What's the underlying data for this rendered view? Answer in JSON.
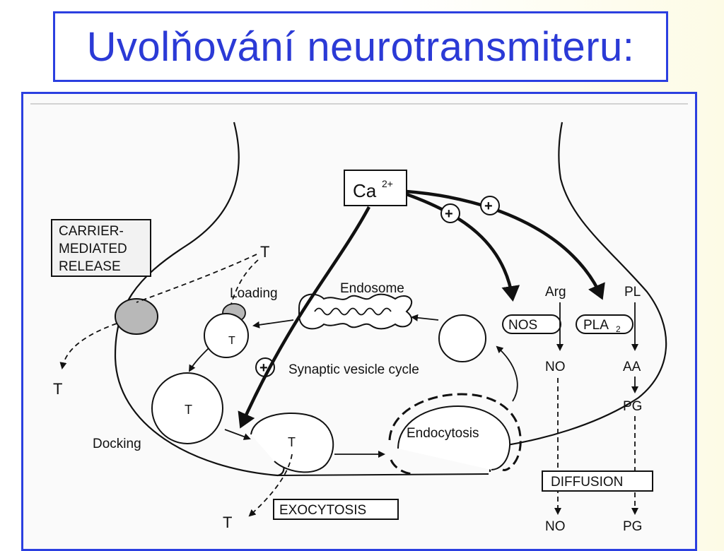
{
  "title": "Uvolňování neurotransmiteru:",
  "diagram": {
    "carrier_box": [
      "CARRIER-",
      "MEDIATED",
      "RELEASE"
    ],
    "ca": "Ca",
    "ca_sup": "2+",
    "plus": "+",
    "loading": "Loading",
    "endosome": "Endosome",
    "cycle": "Synaptic vesicle cycle",
    "docking": "Docking",
    "endocytosis": "Endocytosis",
    "exocytosis": "EXOCYTOSIS",
    "diffusion": "DIFFUSION",
    "transmitter": "T",
    "nos": "NOS",
    "pla": "PLA",
    "pla_sub": "2",
    "arg": "Arg",
    "pl": "PL",
    "no": "NO",
    "aa": "AA",
    "pg": "PG"
  }
}
